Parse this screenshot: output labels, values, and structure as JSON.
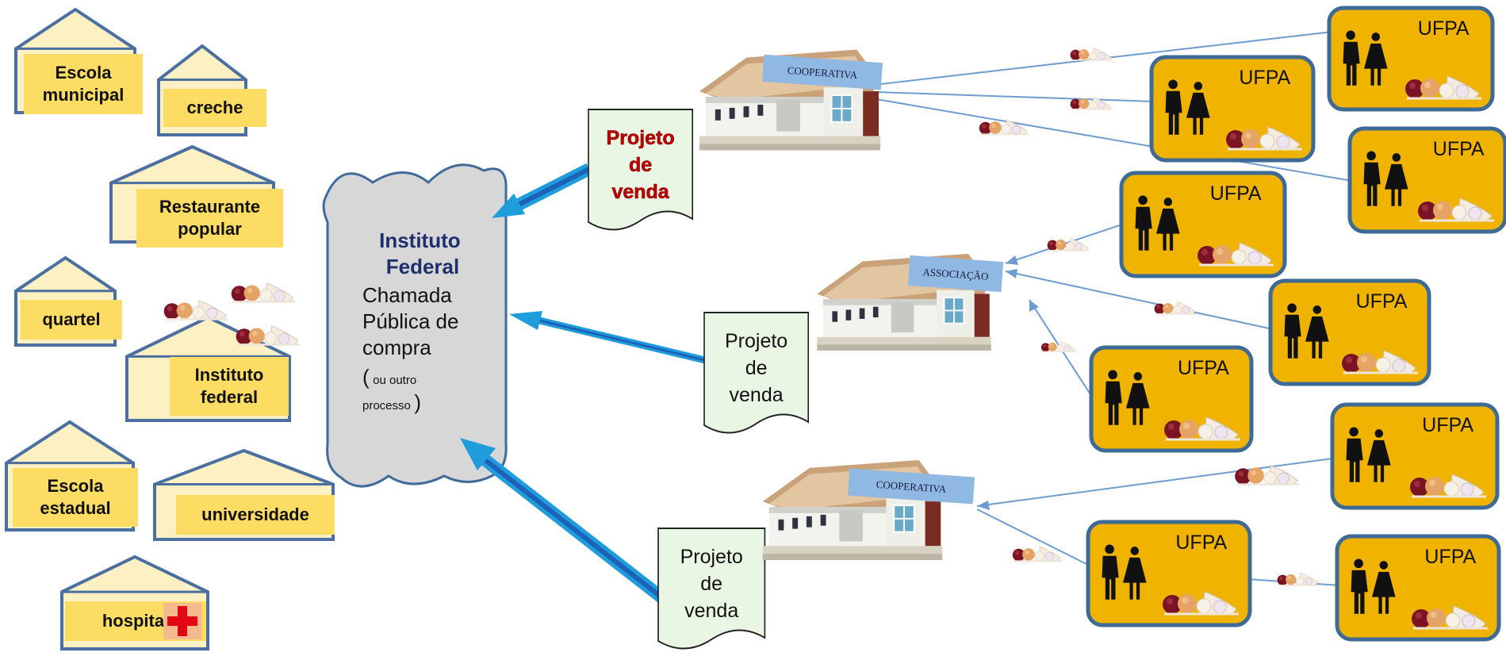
{
  "institutions": [
    {
      "lines": [
        "Escola",
        "municipal"
      ]
    },
    {
      "lines": [
        "creche"
      ]
    },
    {
      "lines": [
        "Restaurante",
        "popular"
      ]
    },
    {
      "lines": [
        "quartel"
      ]
    },
    {
      "lines": [
        "Instituto",
        "federal"
      ]
    },
    {
      "lines": [
        "Escola",
        "estadual"
      ]
    },
    {
      "lines": [
        "universidade"
      ]
    },
    {
      "lines": [
        "hospital"
      ]
    }
  ],
  "scroll": {
    "title_lines": [
      "Instituto",
      "Federal"
    ],
    "body_lines": [
      "Chamada",
      "Pública de",
      "compra"
    ],
    "note_open": "(",
    "note_lines": [
      "ou outro",
      "processo"
    ],
    "note_close": ")"
  },
  "projects": [
    {
      "lines": [
        "Projeto",
        "de",
        "venda"
      ],
      "style": "highlight"
    },
    {
      "lines": [
        "Projeto",
        "de",
        "venda"
      ],
      "style": "normal"
    },
    {
      "lines": [
        "Projeto",
        "de",
        "venda"
      ],
      "style": "normal"
    }
  ],
  "buildings": [
    {
      "label": "COOPERATIVA"
    },
    {
      "label": "ASSOCIAÇÃO"
    },
    {
      "label": "COOPERATIVA"
    }
  ],
  "ufpa_label": "UFPA",
  "colors": {
    "house_fill": "#fdf0c2",
    "house_stroke": "#4a6fa0",
    "label_fill": "#fddc63",
    "scroll_fill": "#d7d7d7",
    "scroll_stroke": "#3f6a9a",
    "title_color": "#1f2f6e",
    "project_fill": "#eaf6e4",
    "highlight_text": "#c00000",
    "arrow_blue": "#1f9cdb",
    "line_blue": "#6d9ccf",
    "ufpa_fill": "#f0b400",
    "ufpa_stroke": "#3e6a96"
  }
}
